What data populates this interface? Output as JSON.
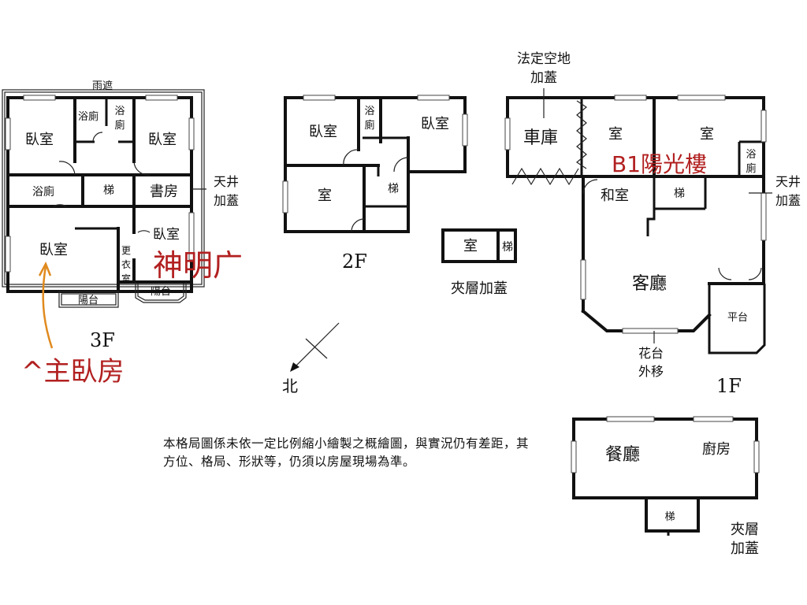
{
  "floor3": {
    "title": "3F",
    "canopy": "雨遮",
    "bedroom_tl": "臥室",
    "bath_1": "浴廁",
    "bath_2_a": "浴",
    "bath_2_b": "廁",
    "bedroom_tr": "臥室",
    "bath_3": "浴廁",
    "stairs": "梯",
    "study": "書房",
    "bedroom_mid": "臥室",
    "bedroom_main": "臥室",
    "closet_a": "更",
    "closet_b": "衣",
    "closet_c": "室",
    "balcony_1": "陽台",
    "balcony_2": "陽台",
    "skylight_a": "天井",
    "skylight_b": "加蓋",
    "annotation_shrine": "神明广",
    "annotation_master": "^主臥房"
  },
  "floor2": {
    "title": "2F",
    "bedroom_l": "臥室",
    "bath_a": "浴",
    "bath_b": "廁",
    "bedroom_r": "臥室",
    "room": "室",
    "stairs": "梯"
  },
  "mezz_top": {
    "room": "室",
    "stairs": "梯",
    "caption": "夾層加蓋"
  },
  "floor1": {
    "title": "1F",
    "legal_space_a": "法定空地",
    "legal_space_b": "加蓋",
    "garage": "車庫",
    "room_1": "室",
    "room_2": "室",
    "bath_a": "浴",
    "bath_b": "廁",
    "annotation_b1": "B1陽光樓",
    "tatami": "和室",
    "stairs": "梯",
    "skylight_a": "天井",
    "skylight_b": "加蓋",
    "living": "客廳",
    "platform": "平台",
    "planter_a": "花台",
    "planter_b": "外移"
  },
  "compass": {
    "north": "北"
  },
  "floor_b": {
    "dining": "餐廳",
    "kitchen": "廚房",
    "stairs": "梯",
    "caption_a": "夾層",
    "caption_b": "加蓋"
  },
  "disclaimer": "本格局圖係未依一定比例縮小繪製之概繪圖，與實況仍有差距，其方位、格局、形狀等，仍須以房屋現場為準。",
  "colors": {
    "annotation_red": "#b22020",
    "arrow_orange": "#e08a1e",
    "wall": "#111111"
  }
}
